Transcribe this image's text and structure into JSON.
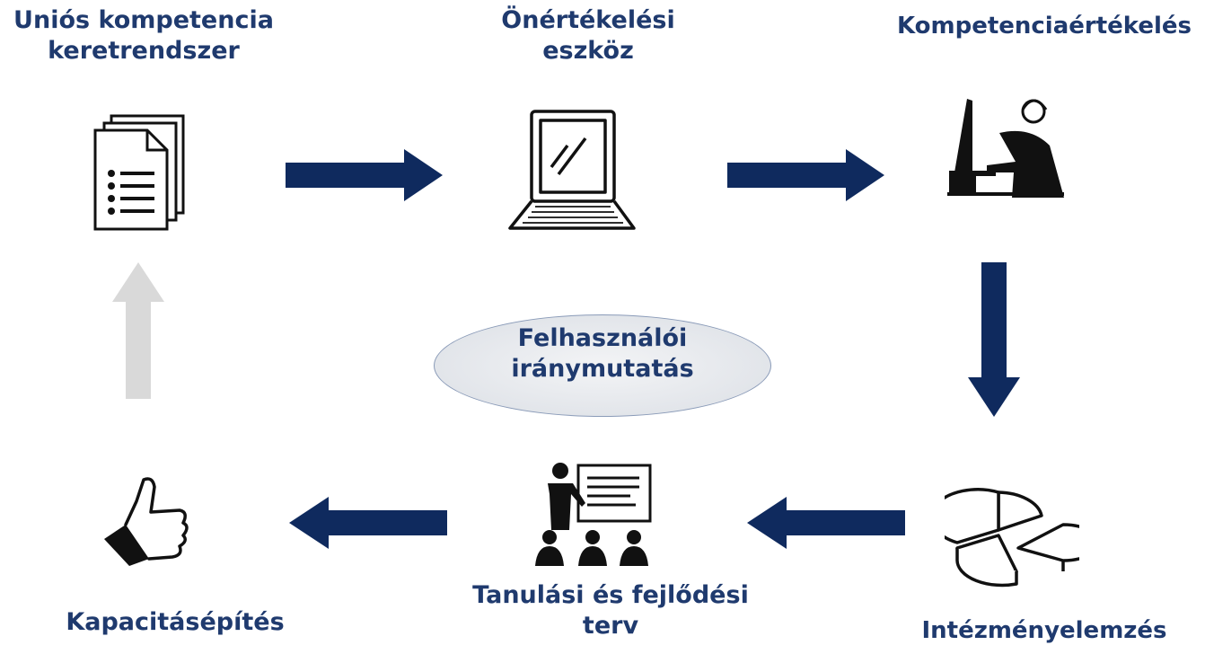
{
  "nodes": {
    "framework": {
      "line1": "Uniós kompetencia",
      "line2": "keretrendszer",
      "icon": "document-stack-icon"
    },
    "self_assessment": {
      "line1": "Önértékelési",
      "line2": "eszköz",
      "icon": "laptop-icon"
    },
    "competence_assessment": {
      "line1": "Kompetenciaértékelés",
      "icon": "person-at-computer-icon"
    },
    "institution_analysis": {
      "line1": "Intézményelemzés",
      "icon": "pie-chart-icon"
    },
    "learning_plan": {
      "line1": "Tanulási és fejlődési",
      "line2": "terv",
      "icon": "presentation-icon"
    },
    "capacity_building": {
      "line1": "Kapacitásépítés",
      "icon": "thumbs-up-icon"
    }
  },
  "center": {
    "line1": "Felhasználói",
    "line2": "iránymutatás"
  },
  "colors": {
    "text": "#1f3a6e",
    "arrow": "#0f2a5e",
    "arrow_light": "#d9d9d9",
    "ellipse_fill": "#e2e5ea",
    "ellipse_border": "#8a9bb8"
  }
}
